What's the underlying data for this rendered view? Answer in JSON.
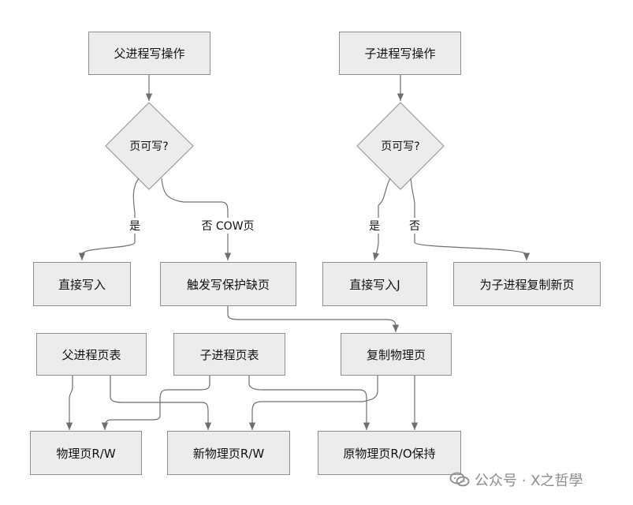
{
  "nodes": {
    "parent_write": "父进程写操作",
    "child_write": "子进程写操作",
    "parent_decision": "页可写?",
    "child_decision": "页可写?",
    "parent_direct": "直接写入",
    "trigger_fault": "触发写保护缺页",
    "child_direct": "直接写入J",
    "new_page_for_child": "为子进程复制新页",
    "parent_page_table": "父进程页表",
    "child_page_table": "子进程页表",
    "copy_physical_page": "复制物理页",
    "physical_page_rw": "物理页R/W",
    "new_physical_page_rw": "新物理页R/W",
    "original_page_ro": "原物理页R/O保持"
  },
  "edge_labels": {
    "parent_yes": "是",
    "parent_no": "否 COW页",
    "child_yes": "是",
    "child_no": "否"
  },
  "watermark": {
    "text": "公众号 · X之哲學",
    "icon": "wechat-icon"
  },
  "colors": {
    "node_fill": "#ececec",
    "node_border": "#8f8f8f",
    "line": "#6f6f6f",
    "watermark": "#8d8d8d"
  }
}
